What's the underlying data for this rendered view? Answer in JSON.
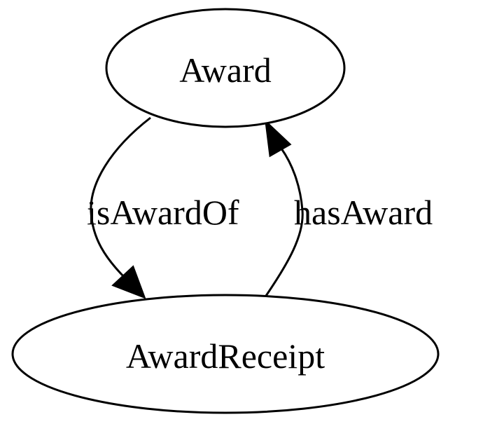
{
  "diagram": {
    "nodes": {
      "award": {
        "label": "Award"
      },
      "award_receipt": {
        "label": "AwardReceipt"
      }
    },
    "edges": {
      "is_award_of": {
        "label": "isAwardOf",
        "from": "Award",
        "to": "AwardReceipt"
      },
      "has_award": {
        "label": "hasAward",
        "from": "AwardReceipt",
        "to": "Award"
      }
    }
  }
}
